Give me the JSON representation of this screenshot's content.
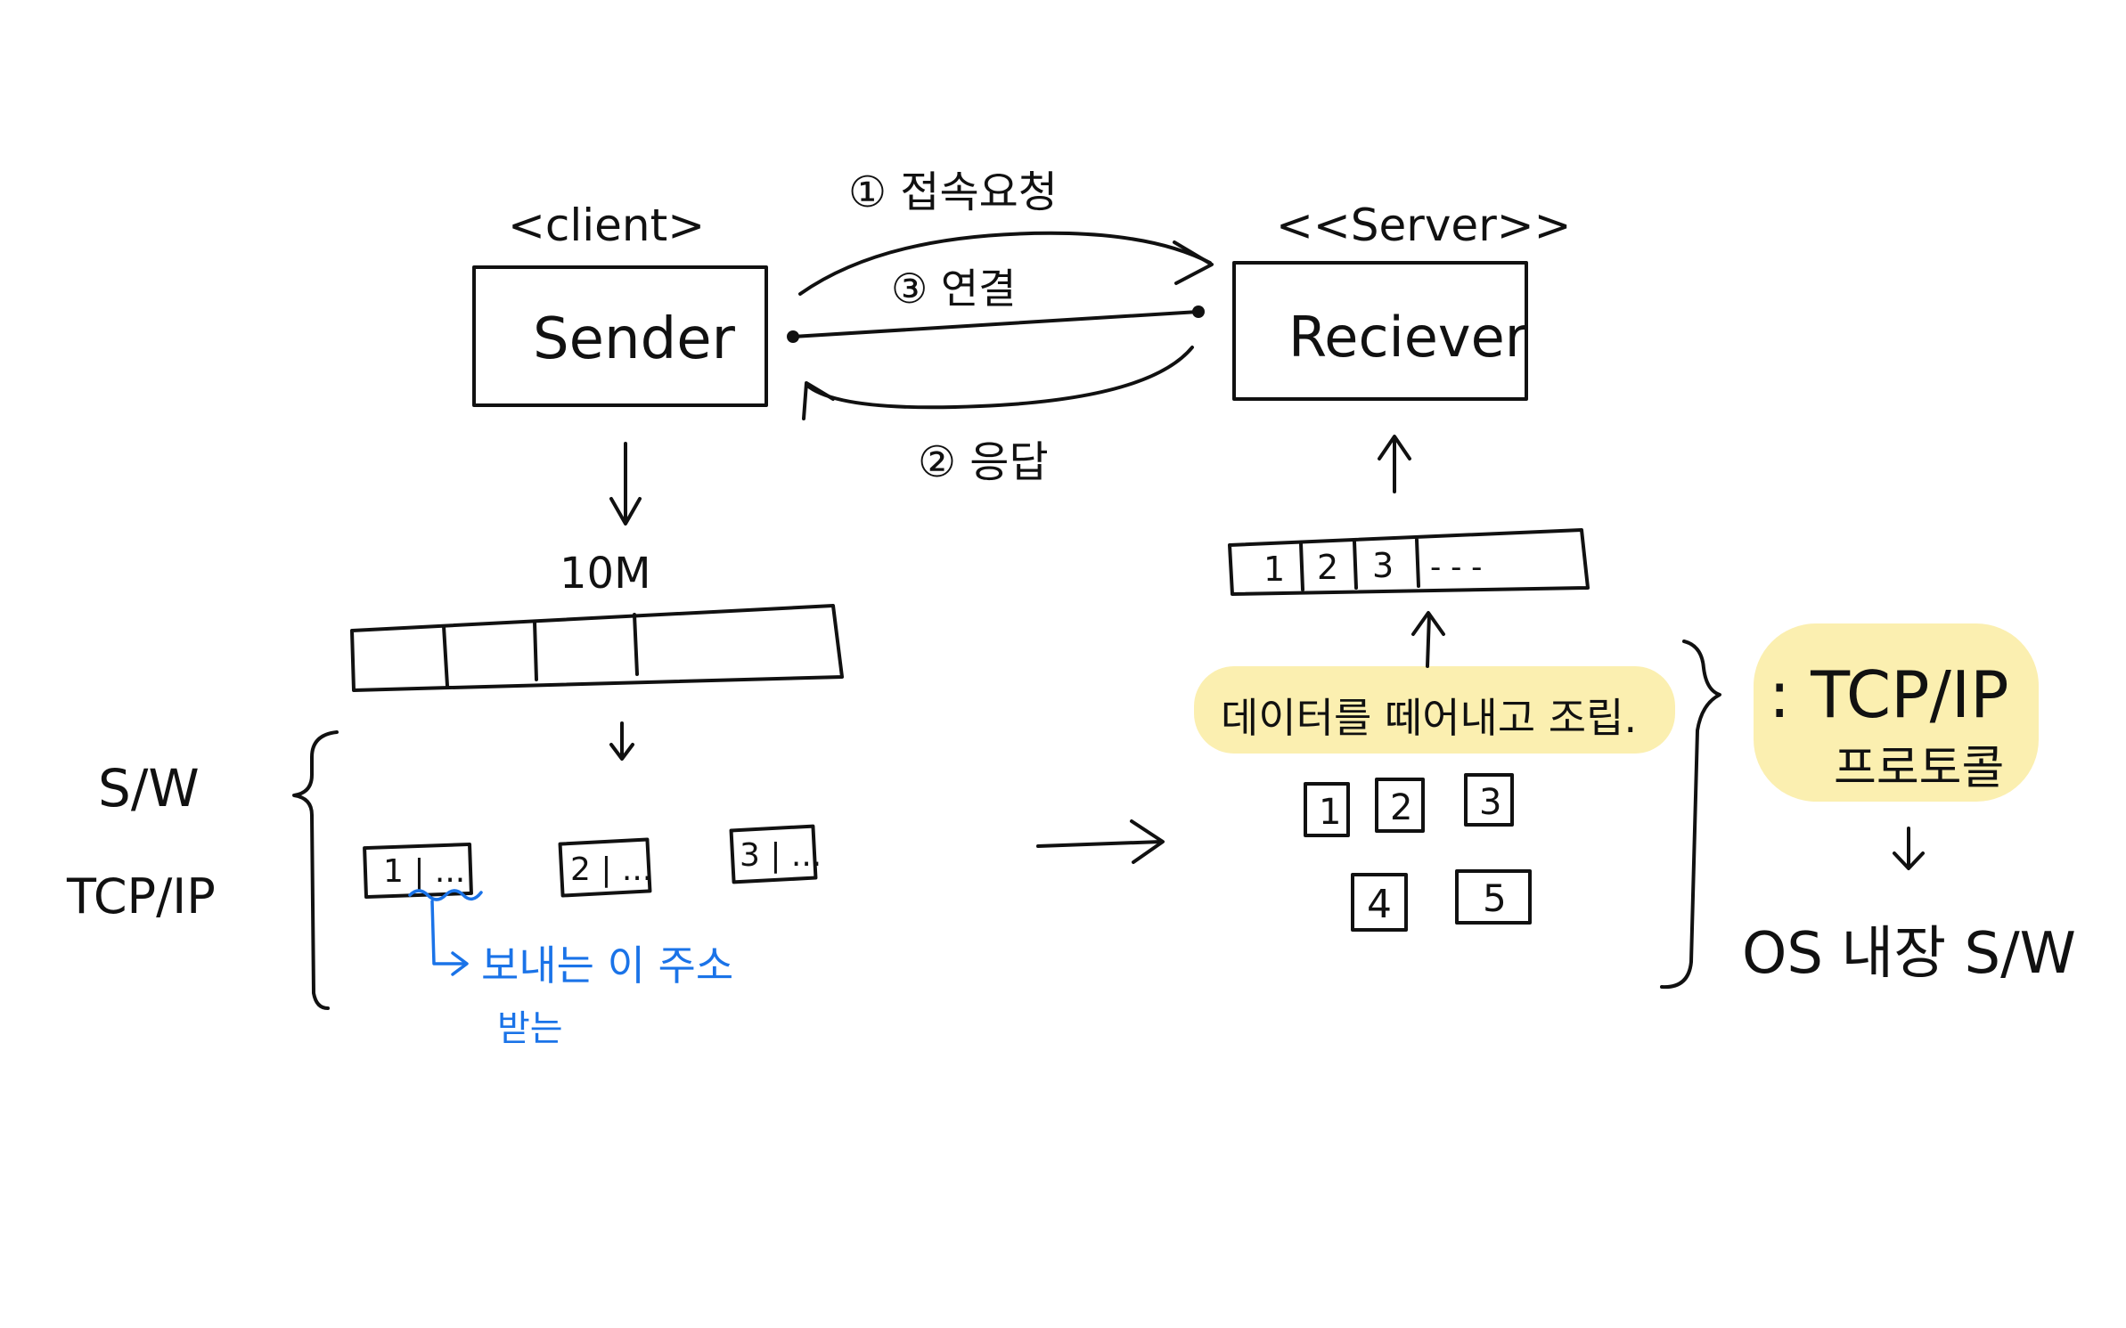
{
  "client_stereotype": "<client>",
  "server_stereotype": "<<Server>>",
  "sender_label": "Sender",
  "receiver_label": "Reciever",
  "step1_label": "① 접속요청",
  "step2_label": "② 응답",
  "step3_label": "③ 연결",
  "buffer_size_label": "10M",
  "sw_label": "S/W",
  "tcpip_left_label": "TCP/IP",
  "packets_left": [
    "1 | ...",
    "2 | ...",
    "3 | ..."
  ],
  "address_note_line1": "보내는 이 주소",
  "address_note_line2": "받는",
  "receiver_buffer_cells": [
    "1",
    "2",
    "3",
    "- - -"
  ],
  "reassemble_note": "데이터를 떼어내고 조립.",
  "received_packets": [
    "1",
    "2",
    "3",
    "4",
    "5"
  ],
  "tcpip_right_label": ": TCP/IP",
  "protocol_label": "프로토콜",
  "os_label": "OS 내장 S/W",
  "colors": {
    "ink": "#111111",
    "note_blue": "#1a73e8",
    "highlight": "#fbefb0"
  }
}
